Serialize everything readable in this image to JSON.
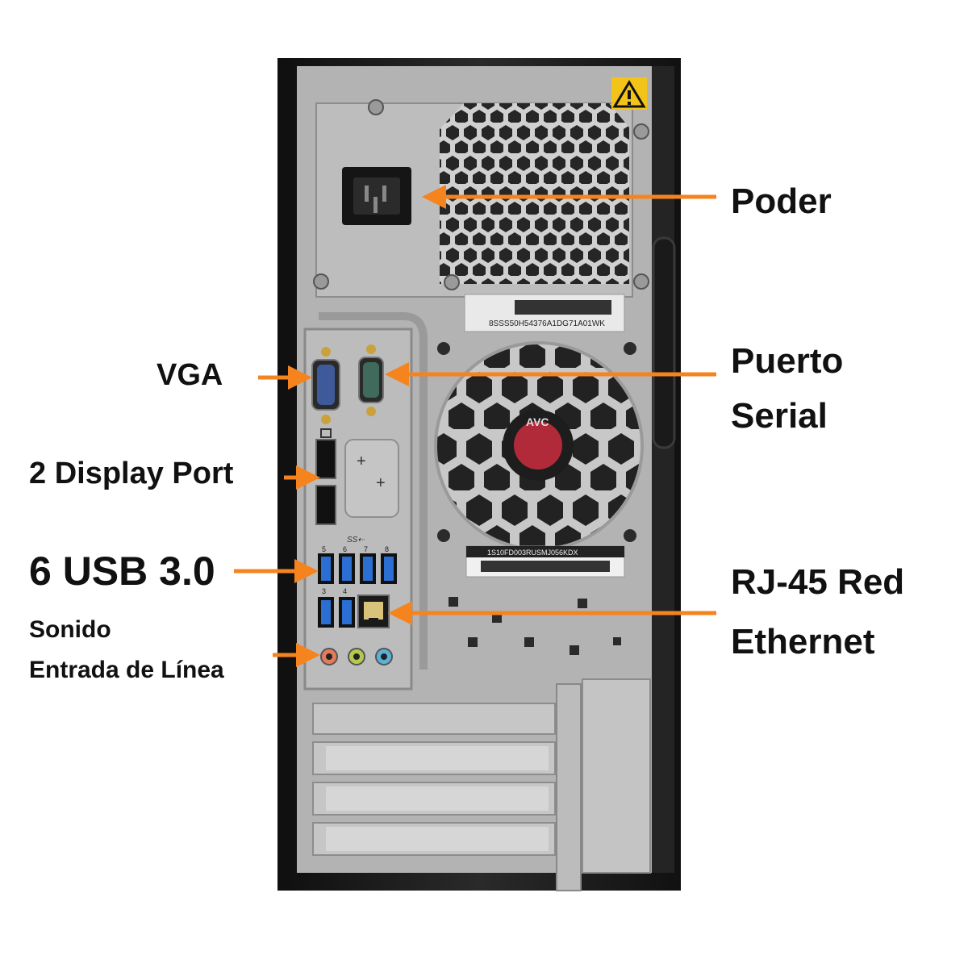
{
  "labels": {
    "poder": "Poder",
    "vga": "VGA",
    "puerto_line1": "Puerto",
    "puerto_line2": "Serial",
    "display_port": "2 Display Port",
    "usb": "6 USB 3.0",
    "rj45_line1": "RJ-45 Red",
    "rj45_line2": "Ethernet",
    "sonido_line1": "Sonido",
    "sonido_line2": "Entrada de Línea"
  },
  "stickers": {
    "top_barcode": "8SSS50H54376A1DG71A01WK",
    "fan_barcode": "1S10FD003RUSMJ056KDX",
    "fan_brand": "AVC"
  },
  "port_numbers": [
    "5",
    "6",
    "7",
    "8",
    "3",
    "4"
  ],
  "icons": [
    "warning-icon",
    "usb-superspeed-icon",
    "displayport-icon",
    "audio-line-in-icon",
    "headphone-icon",
    "microphone-icon"
  ],
  "colors": {
    "arrow": "#f5841f",
    "usb_port": "#2a6fd1",
    "audio_pink": "#e47b5c",
    "audio_green": "#b5c94a",
    "audio_blue": "#5ab1d8",
    "case_black": "#1c1c1c",
    "panel_gray": "#b4b4b4"
  }
}
